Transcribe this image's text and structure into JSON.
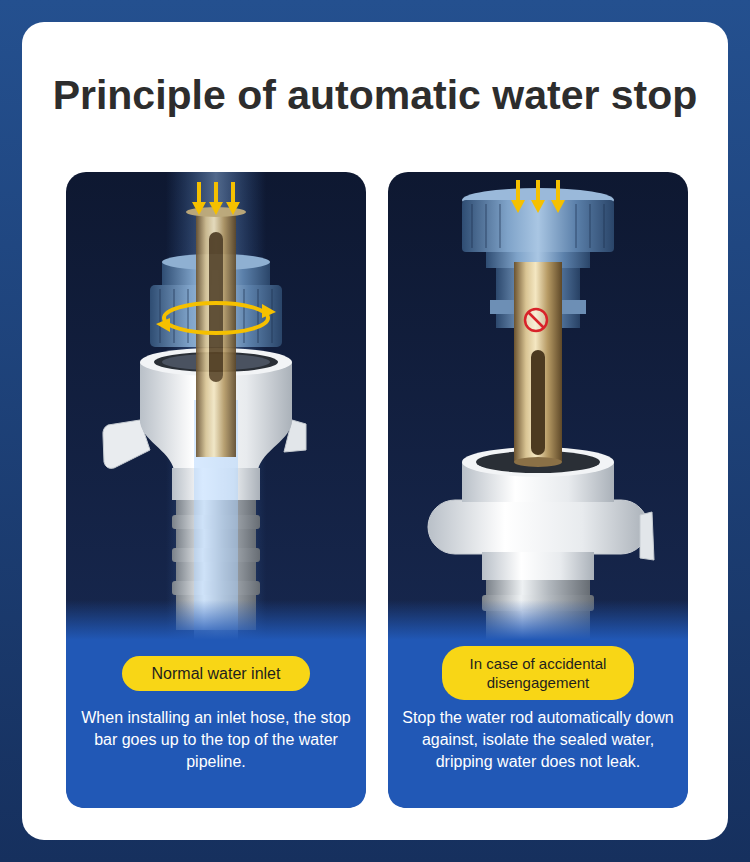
{
  "diagram": {
    "title": "Principle of automatic water stop",
    "nodes": [
      {
        "text": [
          "When installing an inlet hose, the stop bar goes up to the top of the water pipeline."
        ]
      },
      {
        "text": [
          "Normal water inlet"
        ],
        "in": 0
      },
      {
        "text": [
          "Stop the water rod automatically down against, isolate the sealed water, dripping water does not leak."
        ]
      },
      {
        "text": [
          "In case of accidental disengagement"
        ],
        "in": 2
      }
    ]
  }
}
